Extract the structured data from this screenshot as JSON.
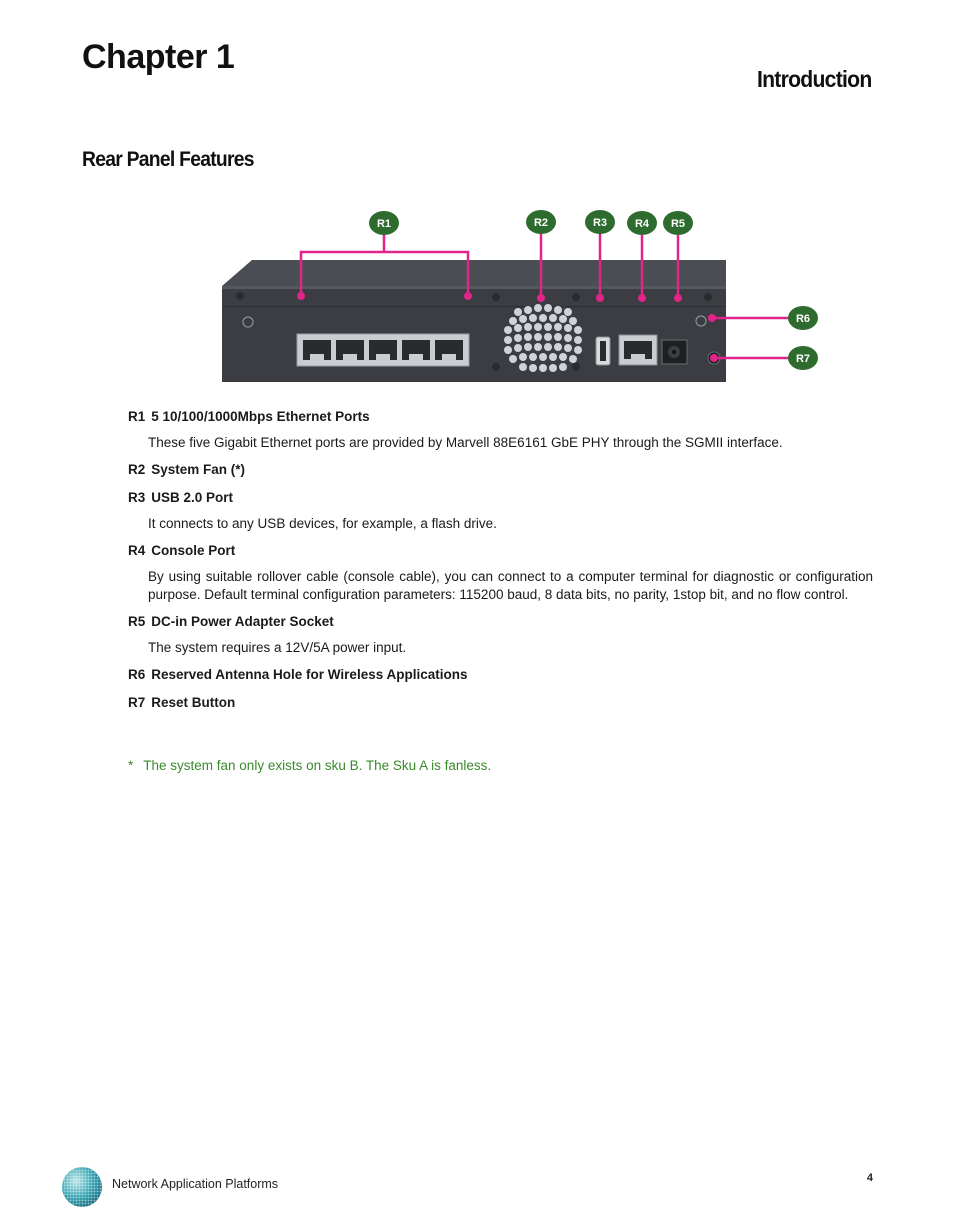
{
  "header": {
    "chapter": "Chapter 1",
    "section": "Introduction"
  },
  "subsection": "Rear Panel Features",
  "figure": {
    "callouts": [
      "R1",
      "R2",
      "R3",
      "R4",
      "R5",
      "R6",
      "R7"
    ],
    "callout_color": "#2e6b2e",
    "leader_color": "#e0248a",
    "panel_color": "#3b3d42"
  },
  "features": [
    {
      "code": "R1",
      "title": "5 10/100/1000Mbps Ethernet Ports",
      "desc": "These five Gigabit Ethernet ports are provided by Marvell 88E6161 GbE PHY through the SGMII interface."
    },
    {
      "code": "R2",
      "title": "System Fan (*)",
      "desc": ""
    },
    {
      "code": "R3",
      "title": "USB 2.0 Port",
      "desc": "It connects to any USB devices, for example, a flash drive."
    },
    {
      "code": "R4",
      "title": "Console Port",
      "desc": "By using suitable rollover cable (console cable), you can connect to a computer terminal for diagnostic or configuration purpose. Default terminal configuration parameters: 115200 baud, 8 data bits, no parity, 1stop bit, and no flow control."
    },
    {
      "code": "R5",
      "title": "DC-in Power Adapter Socket",
      "desc": "The system requires a 12V/5A power input."
    },
    {
      "code": "R6",
      "title": "Reserved Antenna Hole for Wireless Applications",
      "desc": ""
    },
    {
      "code": "R7",
      "title": "Reset Button",
      "desc": ""
    }
  ],
  "footnote": {
    "star": "*",
    "text": "The system fan only exists on sku B. The Sku A is fanless."
  },
  "footer": {
    "company": "Network Application Platforms",
    "page_number": "4"
  }
}
